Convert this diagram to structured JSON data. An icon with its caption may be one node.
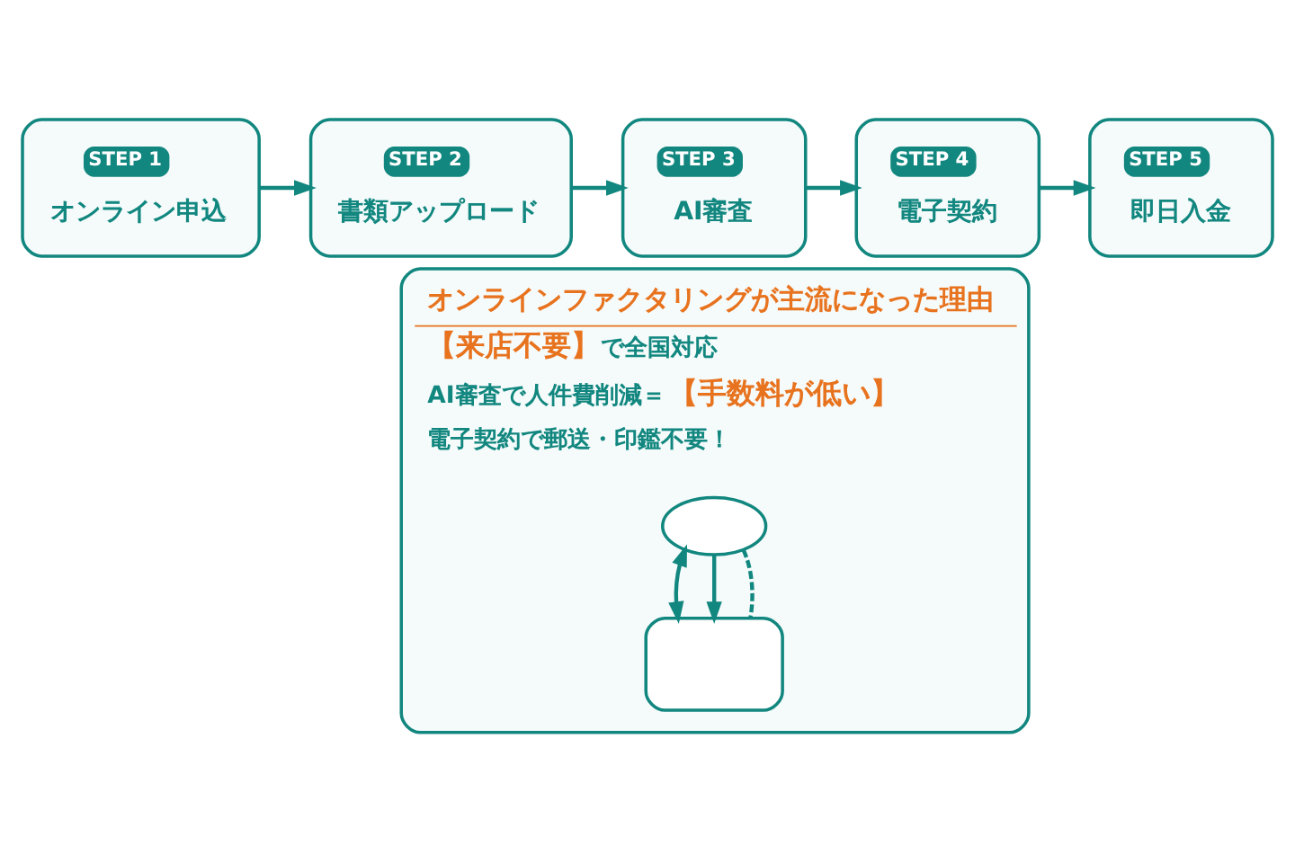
{
  "diagram": {
    "nodes": [
      {
        "text": [
          "STEP 1",
          "オンライン申込"
        ]
      },
      {
        "text": [
          "STEP 2",
          "書類アップロード"
        ]
      },
      {
        "text": [
          "STEP 3",
          "AI審査"
        ]
      },
      {
        "text": [
          "STEP 4",
          "電子契約"
        ]
      },
      {
        "text": [
          "STEP 5",
          "即日入金"
        ]
      },
      {
        "text": [
          "オンラインファクタリングが主流になった理由",
          "**【来店不要】**で全国対応",
          "AI審査で人件費削減＝**【手数料が低い】**",
          "電子契約で郵送・印鑑不要！"
        ]
      },
      {
        "text": [],
        "shape": "cloud",
        "in": 5
      },
      {
        "text": [],
        "shape": "box",
        "in": 5
      }
    ],
    "edges": [
      {
        "from": 0,
        "to": 1,
        "arrow": "to"
      },
      {
        "from": 1,
        "to": 2,
        "arrow": "to"
      },
      {
        "from": 2,
        "to": 3,
        "arrow": "to"
      },
      {
        "from": 3,
        "to": 4,
        "arrow": "to"
      },
      {
        "from": 6,
        "to": 7,
        "arrow": "both"
      },
      {
        "from": 6,
        "to": 7,
        "arrow": "to"
      },
      {
        "from": 6,
        "to": 7,
        "arrow": "none",
        "style": "dashed"
      }
    ]
  }
}
